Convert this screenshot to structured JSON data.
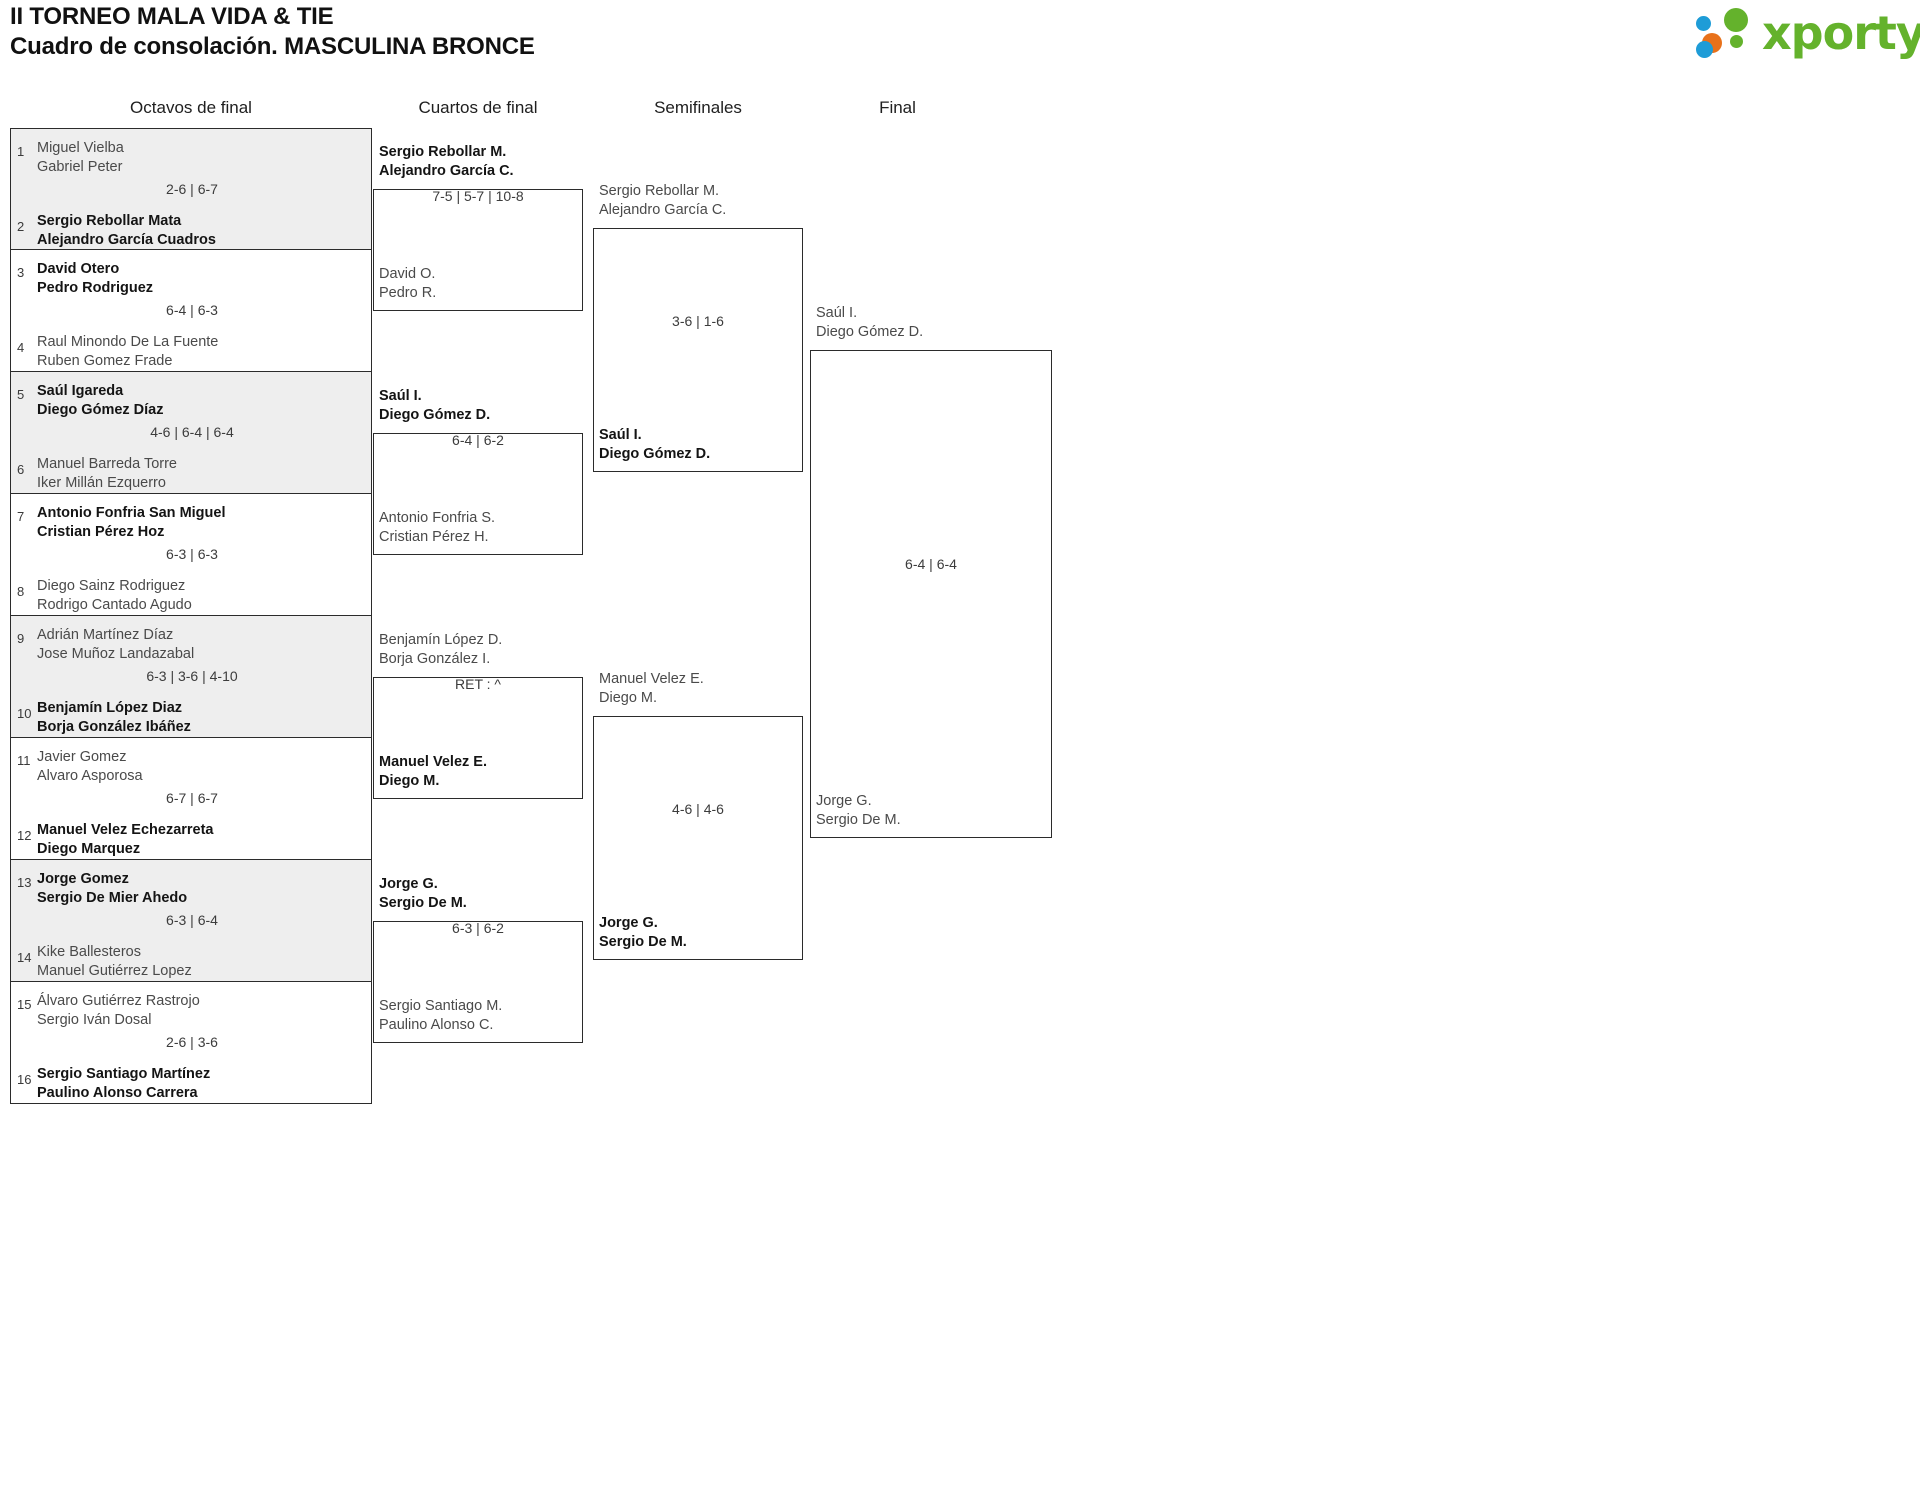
{
  "header": {
    "title_line1": "II TORNEO MALA VIDA & TIE",
    "title_line2": "Cuadro de consolación. MASCULINA BRONCE",
    "logo_word": "xporty",
    "logo_colors": {
      "green": "#64b22c",
      "blue": "#1e9cd7",
      "orange": "#e8711a"
    }
  },
  "rounds": [
    {
      "label": "Octavos de final"
    },
    {
      "label": "Cuartos de final"
    },
    {
      "label": "Semifinales"
    },
    {
      "label": "Final"
    }
  ],
  "round1": {
    "matches": [
      {
        "score": "2-6 | 6-7",
        "top": {
          "seed": "1",
          "p1": "Miguel Vielba",
          "p2": "Gabriel Peter",
          "winner": false
        },
        "bottom": {
          "seed": "2",
          "p1": "Sergio Rebollar Mata",
          "p2": "Alejandro García Cuadros",
          "winner": true
        }
      },
      {
        "score": "6-4 | 6-3",
        "top": {
          "seed": "3",
          "p1": "David Otero",
          "p2": "Pedro Rodriguez",
          "winner": true
        },
        "bottom": {
          "seed": "4",
          "p1": "Raul Minondo De La Fuente",
          "p2": "Ruben Gomez Frade",
          "winner": false
        }
      },
      {
        "score": "4-6 | 6-4 | 6-4",
        "top": {
          "seed": "5",
          "p1": "Saúl Igareda",
          "p2": "Diego Gómez Díaz",
          "winner": true
        },
        "bottom": {
          "seed": "6",
          "p1": "Manuel Barreda Torre",
          "p2": "Iker Millán Ezquerro",
          "winner": false
        }
      },
      {
        "score": "6-3 | 6-3",
        "top": {
          "seed": "7",
          "p1": "Antonio Fonfria San Miguel",
          "p2": "Cristian Pérez Hoz",
          "winner": true
        },
        "bottom": {
          "seed": "8",
          "p1": "Diego Sainz Rodriguez",
          "p2": "Rodrigo Cantado Agudo",
          "winner": false
        }
      },
      {
        "score": "6-3 | 3-6 | 4-10",
        "top": {
          "seed": "9",
          "p1": "Adrián Martínez Díaz",
          "p2": "Jose Muñoz Landazabal",
          "winner": false
        },
        "bottom": {
          "seed": "10",
          "p1": "Benjamín López Diaz",
          "p2": "Borja González Ibáñez",
          "winner": true
        }
      },
      {
        "score": "6-7 | 6-7",
        "top": {
          "seed": "11",
          "p1": "Javier Gomez",
          "p2": "Alvaro Asporosa",
          "winner": false
        },
        "bottom": {
          "seed": "12",
          "p1": "Manuel Velez Echezarreta",
          "p2": "Diego Marquez",
          "winner": true
        }
      },
      {
        "score": "6-3 | 6-4",
        "top": {
          "seed": "13",
          "p1": "Jorge Gomez",
          "p2": "Sergio De Mier Ahedo",
          "winner": true
        },
        "bottom": {
          "seed": "14",
          "p1": "Kike Ballesteros",
          "p2": "Manuel Gutiérrez Lopez",
          "winner": false
        }
      },
      {
        "score": "2-6 | 3-6",
        "top": {
          "seed": "15",
          "p1": "Álvaro Gutiérrez Rastrojo",
          "p2": "Sergio Iván Dosal",
          "winner": false
        },
        "bottom": {
          "seed": "16",
          "p1": "Sergio Santiago Martínez",
          "p2": "Paulino Alonso Carrera",
          "winner": true
        }
      }
    ]
  },
  "round2": {
    "matches": [
      {
        "score": "7-5 | 5-7 | 10-8",
        "top": {
          "p1": "Sergio Rebollar M.",
          "p2": "Alejandro García C.",
          "winner": true
        },
        "bottom": {
          "p1": "David O.",
          "p2": "Pedro R.",
          "winner": false
        }
      },
      {
        "score": "6-4 | 6-2",
        "top": {
          "p1": "Saúl I.",
          "p2": "Diego Gómez D.",
          "winner": true
        },
        "bottom": {
          "p1": "Antonio Fonfria S.",
          "p2": "Cristian Pérez H.",
          "winner": false
        }
      },
      {
        "score": "RET : ^",
        "top": {
          "p1": "Benjamín López D.",
          "p2": "Borja González I.",
          "winner": false
        },
        "bottom": {
          "p1": "Manuel Velez E.",
          "p2": "Diego M.",
          "winner": true
        }
      },
      {
        "score": "6-3 | 6-2",
        "top": {
          "p1": "Jorge G.",
          "p2": "Sergio De M.",
          "winner": true
        },
        "bottom": {
          "p1": "Sergio Santiago M.",
          "p2": "Paulino Alonso C.",
          "winner": false
        }
      }
    ]
  },
  "round3": {
    "matches": [
      {
        "score": "3-6 | 1-6",
        "top": {
          "p1": "Sergio Rebollar M.",
          "p2": "Alejandro García C.",
          "winner": false
        },
        "bottom": {
          "p1": "Saúl I.",
          "p2": "Diego Gómez D.",
          "winner": true
        }
      },
      {
        "score": "4-6 | 4-6",
        "top": {
          "p1": "Manuel Velez E.",
          "p2": "Diego M.",
          "winner": false
        },
        "bottom": {
          "p1": "Jorge G.",
          "p2": "Sergio De M.",
          "winner": true
        }
      }
    ]
  },
  "round4": {
    "matches": [
      {
        "score": "6-4 | 6-4",
        "top": {
          "p1": "Saúl I.",
          "p2": "Diego Gómez D.",
          "winner": false
        },
        "bottom": {
          "p1": "Jorge G.",
          "p2": "Sergio De M.",
          "winner": false
        }
      }
    ]
  }
}
